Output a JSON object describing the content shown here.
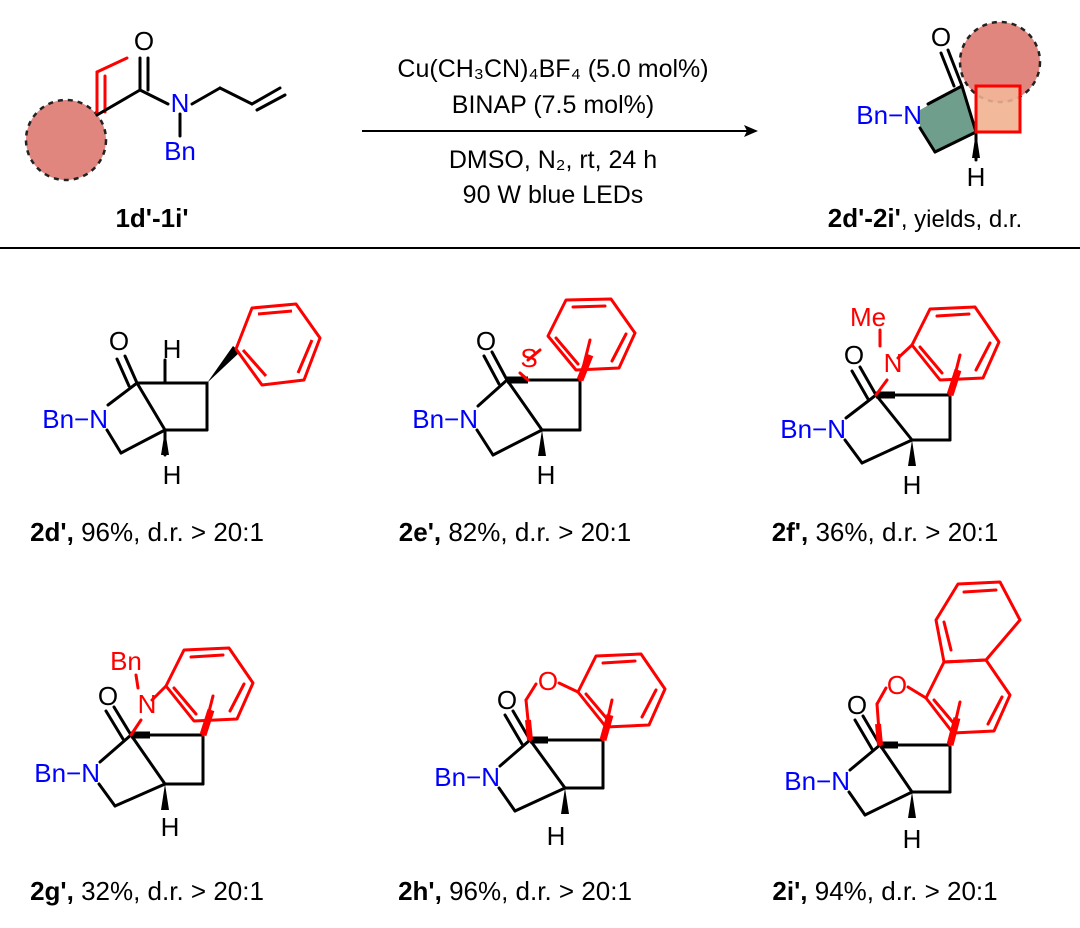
{
  "reaction": {
    "substrate_label": "1d'-1i'",
    "product_label_bold": "2d'-2i'",
    "product_label_rest": ", yields, d.r.",
    "conditions": {
      "catalyst": "Cu(CH₃CN)₄BF₄ (5.0 mol%)",
      "ligand": "BINAP (7.5 mol%)",
      "solvent_line": "DMSO, N₂, rt, 24 h",
      "light": "90 W blue LEDs"
    },
    "atoms": {
      "O": "O",
      "N": "N",
      "Bn": "Bn",
      "H": "H",
      "BnN": "Bn−N",
      "S": "S",
      "Me": "Me"
    }
  },
  "products": [
    {
      "label": "2d'",
      "rest": " 96%, d.r. > 20:1"
    },
    {
      "label": "2e'",
      "rest": " 82%, d.r. > 20:1"
    },
    {
      "label": "2f'",
      "rest": " 36%, d.r. > 20:1"
    },
    {
      "label": "2g'",
      "rest": " 32%, d.r. > 20:1"
    },
    {
      "label": "2h'",
      "rest": " 96%, d.r. > 20:1"
    },
    {
      "label": "2i'",
      "rest": " 94%, d.r. > 20:1"
    }
  ],
  "colors": {
    "heteroatom_blue": "#0000ff",
    "variable_red": "#ff0000",
    "circle_fill": "#e0867e",
    "lactam_fill": "#6f9f8c",
    "cyclobutane_fill": "#f2b99a"
  }
}
